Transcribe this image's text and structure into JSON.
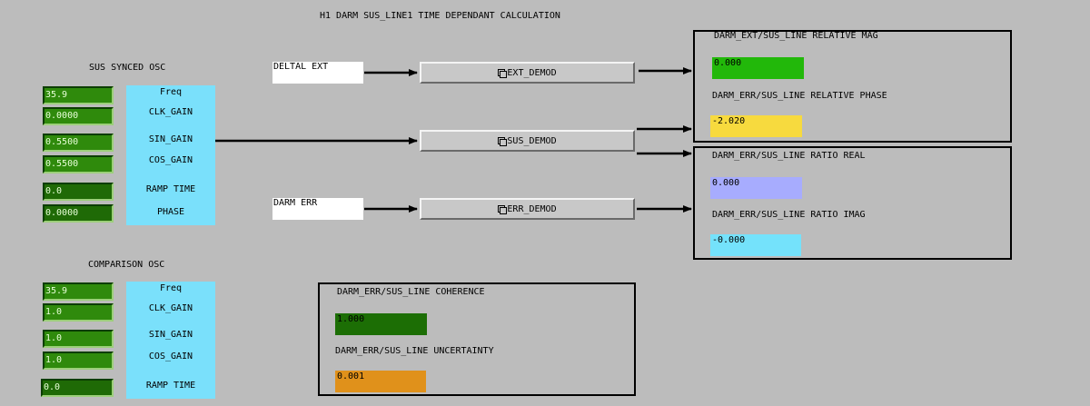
{
  "title": "H1 DARM SUS_LINE1 TIME DEPENDANT CALCULATION",
  "sus_osc": {
    "header": "SUS SYNCED OSC",
    "fields": [
      "35.9",
      "0.0000",
      "0.5500",
      "0.5500",
      "0.0",
      "0.0000"
    ],
    "labels": [
      "Freq",
      "CLK_GAIN",
      "SIN_GAIN",
      "COS_GAIN",
      "RAMP TIME",
      "PHASE"
    ]
  },
  "comp_osc": {
    "header": "COMPARISON OSC",
    "fields": [
      "35.9",
      "1.0",
      "1.0",
      "1.0",
      "0.0"
    ],
    "labels": [
      "Freq",
      "CLK_GAIN",
      "SIN_GAIN",
      "COS_GAIN",
      "RAMP TIME"
    ]
  },
  "inputs": {
    "deltal_ext": "DELTAL EXT",
    "darm_err": "DARM ERR"
  },
  "buttons": {
    "ext_demod": "EXT_DEMOD",
    "sus_demod": "SUS_DEMOD",
    "err_demod": "ERR_DEMOD"
  },
  "outputs": {
    "rel_mag_label": "DARM_EXT/SUS_LINE RELATIVE MAG",
    "rel_mag_value": "0.000",
    "rel_phase_label": "DARM_ERR/SUS_LINE RELATIVE PHASE",
    "rel_phase_value": "-2.020",
    "ratio_real_label": "DARM_ERR/SUS_LINE RATIO REAL",
    "ratio_real_value": "0.000",
    "ratio_imag_label": "DARM_ERR/SUS_LINE RATIO IMAG",
    "ratio_imag_value": "-0.000",
    "coherence_label": "DARM_ERR/SUS_LINE COHERENCE",
    "coherence_value": "1.000",
    "uncertainty_label": "DARM_ERR/SUS_LINE UNCERTAINTY",
    "uncertainty_value": "0.001"
  },
  "colors": {
    "background": "#bcbcbc",
    "field_green": "#2f8a0c",
    "label_cyan": "#7ae0fb",
    "mag_green": "#22b80a",
    "phase_yellow": "#f7da3e",
    "real_lavender": "#a7acfe",
    "imag_cyan": "#74e2fb",
    "coherence_green": "#1c6e05",
    "uncertainty_orange": "#e0911b"
  }
}
